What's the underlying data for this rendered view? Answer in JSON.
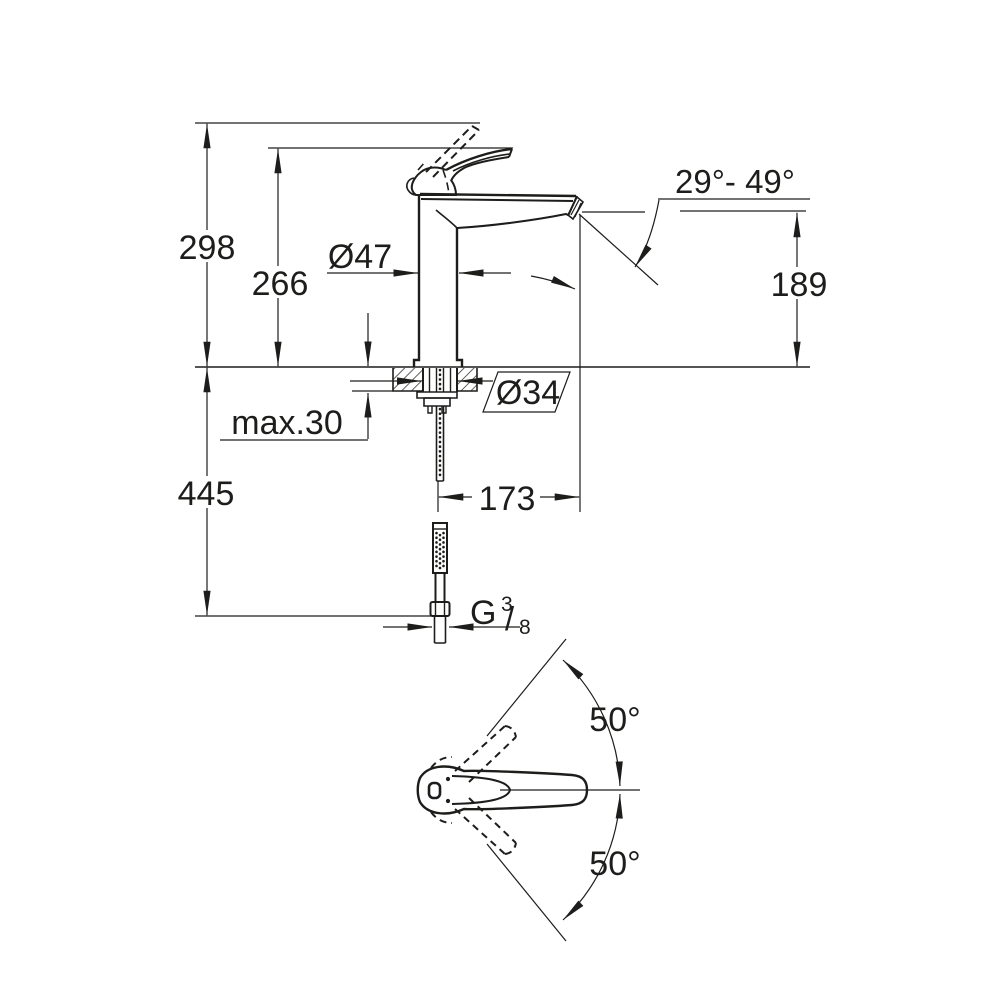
{
  "labels": {
    "height_total": "298",
    "height_to_lever": "266",
    "body_diameter": "Ø47",
    "swivel_range": "29°- 49°",
    "spout_height": "189",
    "deck_max": "max.30",
    "hole_diameter": "Ø34",
    "supply_length": "445",
    "spout_reach": "173",
    "thread_letter": "G",
    "thread_numerator": "3",
    "thread_slash": "/",
    "thread_denominator": "8",
    "swing_upper": "50°",
    "swing_lower": "50°"
  },
  "colors": {
    "background": "#ffffff",
    "line": "#1d1d1b"
  }
}
